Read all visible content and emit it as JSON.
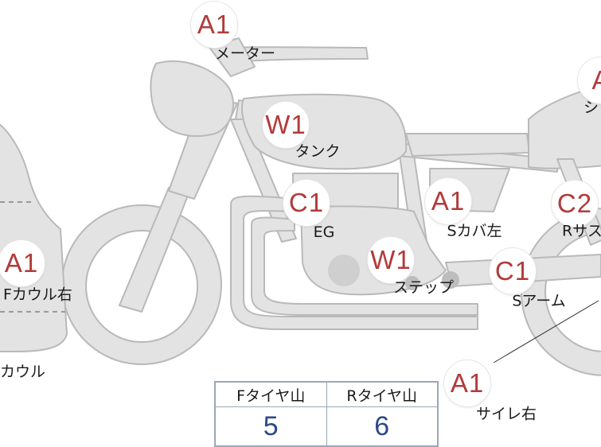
{
  "colors": {
    "part_fill": "#e3e3e3",
    "part_stroke": "#b9b9b9",
    "grade_text": "#b23a3a",
    "value_text": "#2c4a8a",
    "table_border": "#9aa6b8"
  },
  "parts": [
    {
      "id": "meter",
      "grade": "A1",
      "label": "メーター"
    },
    {
      "id": "tank",
      "grade": "W1",
      "label": "タンク"
    },
    {
      "id": "seat",
      "grade": "A",
      "label": "シ"
    },
    {
      "id": "engine",
      "grade": "C1",
      "label": "EG"
    },
    {
      "id": "side-cover-left",
      "grade": "A1",
      "label": "Sカバ左"
    },
    {
      "id": "rear-suspension",
      "grade": "C2",
      "label": "Rサス"
    },
    {
      "id": "front-cowl-right",
      "grade": "A1",
      "label": "Fカウル右"
    },
    {
      "id": "step",
      "grade": "W1",
      "label": "ステップ"
    },
    {
      "id": "swing-arm",
      "grade": "C1",
      "label": "Sアーム"
    },
    {
      "id": "cowl",
      "grade": "",
      "label": "カウル"
    },
    {
      "id": "silencer-right",
      "grade": "A1",
      "label": "サイレ右"
    }
  ],
  "tire_table": {
    "headers": [
      "Fタイヤ山",
      "Rタイヤ山"
    ],
    "values": [
      "5",
      "6"
    ]
  }
}
